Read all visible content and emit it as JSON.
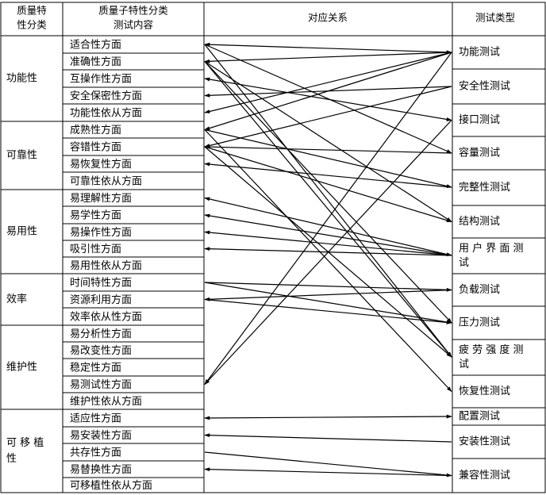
{
  "header": {
    "col1": [
      "质量特",
      "性分类"
    ],
    "col2": [
      "质量子特性分类",
      "测试内容"
    ],
    "col3": "对应关系",
    "col4": "测试类型"
  },
  "categories": [
    {
      "name": [
        "功能性"
      ]
    },
    {
      "name": [
        "可靠性"
      ]
    },
    {
      "name": [
        "易用性"
      ]
    },
    {
      "name": [
        "效率"
      ]
    },
    {
      "name": [
        "维护性"
      ]
    },
    {
      "name": [
        "可 移 植",
        "性"
      ]
    }
  ],
  "subitems": [
    "适合性方面",
    "准确性方面",
    "互操作性方面",
    "安全保密性方面",
    "功能性依从方面",
    "成熟性方面",
    "容错性方面",
    "易恢复性方面",
    "可靠性依从方面",
    "易理解性方面",
    "易学性方面",
    "易操作性方面",
    "吸引性方面",
    "易用性依从方面",
    "时间特性方面",
    "资源利用方面",
    "效率依从性方面",
    "易分析性方面",
    "易改变性方面",
    "稳定性方面",
    "易测试性方面",
    "维护性依从方面",
    "适应性方面",
    "易安装性方面",
    "共存性方面",
    "易替换性方面",
    "可移植性依从方面"
  ],
  "test_types": [
    [
      "功能测试"
    ],
    [
      "安全性测试"
    ],
    [
      "接口测试"
    ],
    [
      "容量测试"
    ],
    [
      "完整性测试"
    ],
    [
      "结构测试"
    ],
    [
      "用 户 界 面 测",
      "试"
    ],
    [
      "负载测试"
    ],
    [
      "压力测试"
    ],
    [
      "疲 劳 强 度 测",
      "试"
    ],
    [
      "恢复性测试"
    ],
    [
      "配置测试"
    ],
    [
      "安装性测试"
    ],
    [
      "兼容性测试"
    ]
  ],
  "relations": [
    {
      "from": 0,
      "to": 0,
      "dir": "both"
    },
    {
      "from": 1,
      "to": 0,
      "dir": "both"
    },
    {
      "from": 5,
      "to": 0,
      "dir": "left"
    },
    {
      "from": 6,
      "to": 1,
      "dir": "left"
    },
    {
      "from": 20,
      "to": 0,
      "dir": "left"
    },
    {
      "from": 0,
      "to": 3,
      "dir": "right"
    },
    {
      "from": 2,
      "to": 2,
      "dir": "both"
    },
    {
      "from": 1,
      "to": 5,
      "dir": "right"
    },
    {
      "from": 3,
      "to": 1,
      "dir": "left"
    },
    {
      "from": 4,
      "to": 0,
      "dir": "left"
    },
    {
      "from": 1,
      "to": 8,
      "dir": "right"
    },
    {
      "from": 0,
      "to": 9,
      "dir": "right"
    },
    {
      "from": 1,
      "to": 9,
      "dir": "right"
    },
    {
      "from": 5,
      "to": 4,
      "dir": "right"
    },
    {
      "from": 5,
      "to": 10,
      "dir": "right"
    },
    {
      "from": 6,
      "to": 5,
      "dir": "right"
    },
    {
      "from": 6,
      "to": 9,
      "dir": "right"
    },
    {
      "from": 6,
      "to": 3,
      "dir": "left"
    },
    {
      "from": 7,
      "to": 4,
      "dir": "left"
    },
    {
      "from": 9,
      "to": 6,
      "dir": "both"
    },
    {
      "from": 10,
      "to": 6,
      "dir": "left"
    },
    {
      "from": 11,
      "to": 6,
      "dir": "left"
    },
    {
      "from": 12,
      "to": 6,
      "dir": "left"
    },
    {
      "from": 14,
      "to": 7,
      "dir": "right"
    },
    {
      "from": 14,
      "to": 8,
      "dir": "right"
    },
    {
      "from": 15,
      "to": 7,
      "dir": "left"
    },
    {
      "from": 15,
      "to": 8,
      "dir": "right"
    },
    {
      "from": 20,
      "to": 2,
      "dir": "left"
    },
    {
      "from": 22,
      "to": 11,
      "dir": "both"
    },
    {
      "from": 23,
      "to": 12,
      "dir": "left"
    },
    {
      "from": 24,
      "to": 13,
      "dir": "right"
    },
    {
      "from": 25,
      "to": 13,
      "dir": "left"
    }
  ]
}
